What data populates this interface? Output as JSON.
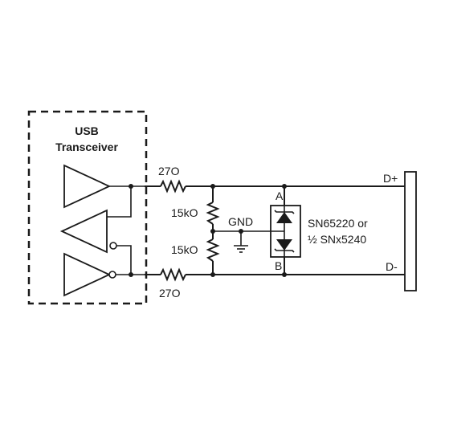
{
  "transceiver": {
    "title_line1": "USB",
    "title_line2": "Transceiver"
  },
  "resistors": {
    "series_top": "27O",
    "series_bottom": "27O",
    "pulldown_top": "15kO",
    "pulldown_bottom": "15kO"
  },
  "ground": {
    "label": "GND"
  },
  "protection": {
    "pin_a": "A",
    "pin_b": "B",
    "part_line1": "SN65220 or",
    "part_line2": "½ SNx5240"
  },
  "connector": {
    "plus": "D+",
    "minus": "D-"
  }
}
